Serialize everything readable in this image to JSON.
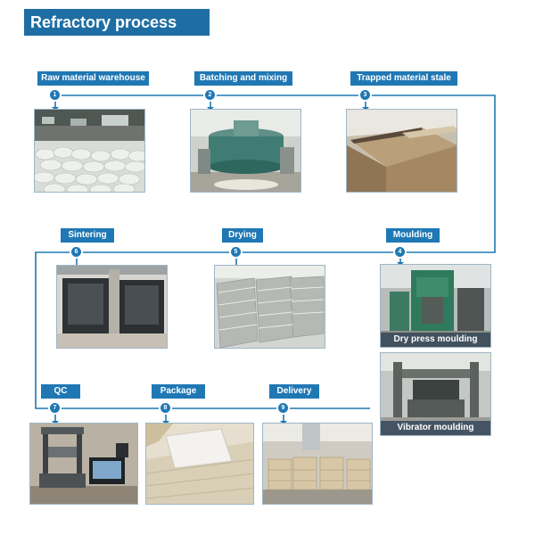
{
  "title": "Refractory process",
  "steps": [
    {
      "number": "1",
      "label": "Raw material warehouse"
    },
    {
      "number": "2",
      "label": "Batching and mixing"
    },
    {
      "number": "3",
      "label": "Trapped material stale"
    },
    {
      "number": "4",
      "label": "Moulding"
    },
    {
      "number": "5",
      "label": "Drying"
    },
    {
      "number": "6",
      "label": "Sintering"
    },
    {
      "number": "7",
      "label": "QC"
    },
    {
      "number": "8",
      "label": "Package"
    },
    {
      "number": "9",
      "label": "Delivery"
    }
  ],
  "captions": {
    "dry_press": "Dry press moulding",
    "vibrator": "Vibrator moulding"
  },
  "colors": {
    "accent": "#1f78b4",
    "title_bg": "#1e6ea3"
  }
}
